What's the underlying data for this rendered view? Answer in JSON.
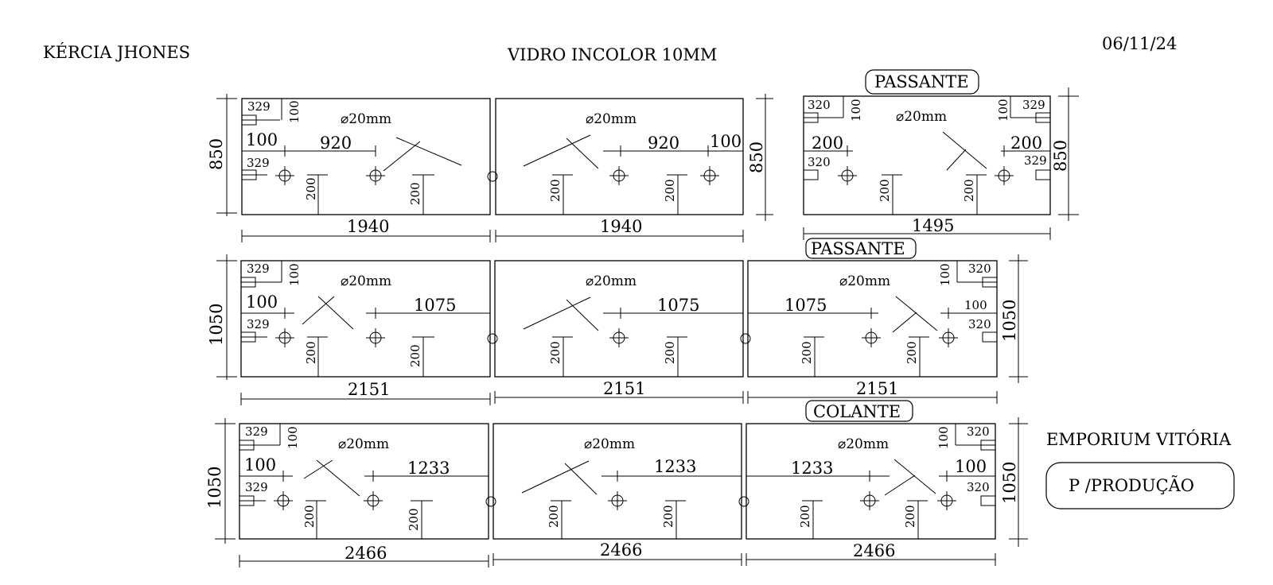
{
  "header": {
    "client": "KÉRCIA JHONES",
    "material": "VIDRO INCOLOR 10MM",
    "date": "06/11/24"
  },
  "footer_note": {
    "company": "EMPORIUM VITÓRIA",
    "stamp": "P /PRODUÇÃO"
  },
  "rows": [
    {
      "height_left": "850",
      "height_right": "850",
      "panels": [
        {
          "width": "1940",
          "hinge_w": "329",
          "hinge_h": "100",
          "hinge_w2": "329",
          "edge": "100",
          "span": "920",
          "hole": "⌀20mm",
          "post1": "200",
          "post2": "200"
        },
        {
          "width": "1940",
          "hole": "⌀20mm",
          "span": "920",
          "edge": "100",
          "post1": "200",
          "post2": "200"
        }
      ],
      "extra_panel": {
        "tag": "PASSANTE",
        "width": "1495",
        "height": "850",
        "hinge_w_left": "320",
        "hinge_h_left": "100",
        "hinge_w2_left": "320",
        "hinge_w_right": "329",
        "hinge_h_right": "100",
        "hinge_w2_right": "329",
        "edge_left": "200",
        "edge_right": "200",
        "hole": "⌀20mm",
        "post1": "200",
        "post2": "200"
      }
    },
    {
      "tag": "PASSANTE",
      "height_left": "1050",
      "height_right": "1050",
      "panels": [
        {
          "width": "2151",
          "hinge_w": "329",
          "hinge_h": "100",
          "hinge_w2": "329",
          "edge": "100",
          "span": "1075",
          "hole": "⌀20mm",
          "post1": "200",
          "post2": "200"
        },
        {
          "width": "2151",
          "hole": "⌀20mm",
          "span": "1075",
          "post1": "200",
          "post2": "200"
        },
        {
          "width": "2151",
          "hinge_w": "320",
          "hinge_h": "100",
          "hinge_w2": "320",
          "edge": "100",
          "span": "1075",
          "hole": "⌀20mm",
          "post1": "200",
          "post2": "200"
        }
      ]
    },
    {
      "tag": "COLANTE",
      "height_left": "1050",
      "height_right": "1050",
      "panels": [
        {
          "width": "2466",
          "hinge_w": "329",
          "hinge_h": "100",
          "hinge_w2": "329",
          "edge": "100",
          "span": "1233",
          "hole": "⌀20mm",
          "post1": "200",
          "post2": "200"
        },
        {
          "width": "2466",
          "hole": "⌀20mm",
          "span": "1233",
          "post1": "200",
          "post2": "200"
        },
        {
          "width": "2466",
          "hinge_w": "320",
          "hinge_h": "100",
          "hinge_w2": "320",
          "edge": "100",
          "span": "1233",
          "hole": "⌀20mm",
          "post1": "200",
          "post2": "200"
        }
      ]
    }
  ]
}
